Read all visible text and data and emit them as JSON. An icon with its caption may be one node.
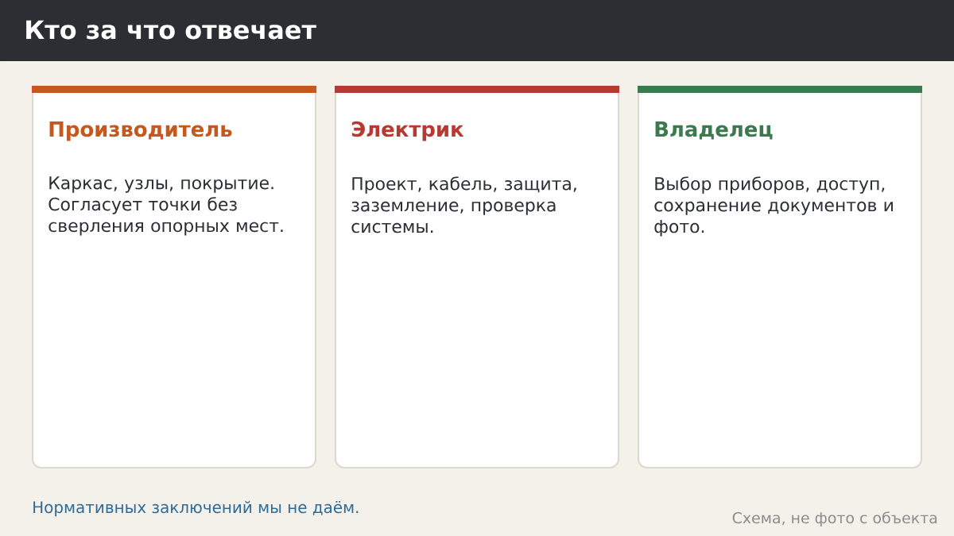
{
  "diagram": {
    "title": "Кто за что отвечает",
    "nodes": [
      {
        "text": [
          "Производитель",
          "Каркас, узлы, покрытие. Согласует точки без сверления опорных мест."
        ]
      },
      {
        "text": [
          "Электрик",
          "Проект, кабель, защита, заземление, проверка системы."
        ]
      },
      {
        "text": [
          "Владелец",
          "Выбор приборов, доступ, сохранение документов и фото."
        ]
      }
    ],
    "labels": [
      "Нормативных заключений мы не даём.",
      "Схема, не фото с объекта"
    ]
  }
}
